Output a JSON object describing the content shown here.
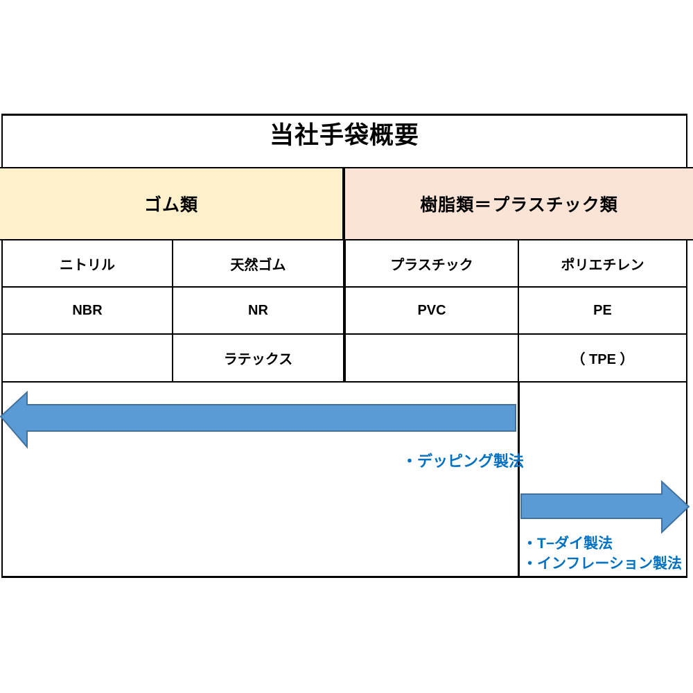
{
  "title": "当社手袋概要",
  "category_row": {
    "rubber": {
      "label": "ゴム類",
      "bg": "#FDF0CB"
    },
    "plastic": {
      "label": "樹脂類＝プラスチック類",
      "bg": "#FBE3D6"
    }
  },
  "table": {
    "material_row": [
      "ニトリル",
      "天然ゴム",
      "プラスチック",
      "ポリエチレン"
    ],
    "code_row": [
      "NBR",
      "NR",
      "PVC",
      "PE"
    ],
    "extra_row": [
      "",
      "ラテックス",
      "",
      "（ TPE ）"
    ]
  },
  "process_arrows": {
    "arrow_fill": "#5B9BD5",
    "arrow_stroke": "#41719C",
    "label_color": "#0070C0",
    "dipping": {
      "direction": "left",
      "label": "・デッピング製法"
    },
    "film": {
      "direction": "right",
      "labels": [
        "・T−ダイ製法",
        "・インフレーション製法"
      ]
    }
  },
  "border_color": "#000000"
}
